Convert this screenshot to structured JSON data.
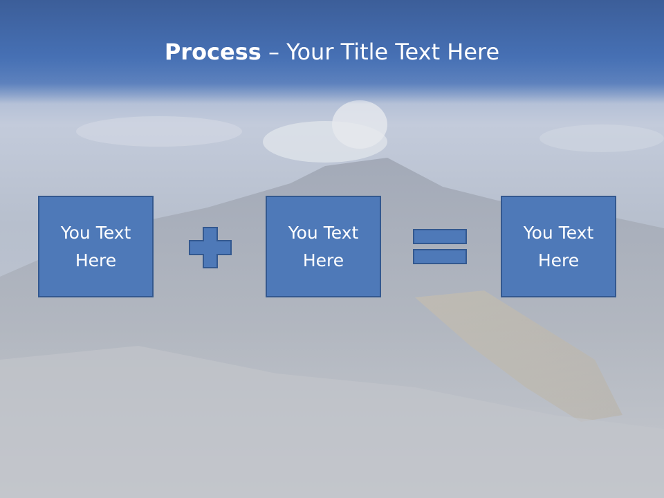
{
  "slide": {
    "title_bold": "Process",
    "title_rest": " – Your Title Text Here",
    "colors": {
      "header": "#4670b4",
      "box_fill": "#4e79b8",
      "box_border": "#33588f",
      "text": "#ffffff"
    }
  },
  "process": {
    "boxes": [
      {
        "label": "You Text\nHere"
      },
      {
        "label": "You Text\nHere"
      },
      {
        "label": "You Text\nHere"
      }
    ],
    "operators": [
      {
        "icon": "plus-icon"
      },
      {
        "icon": "equals-icon"
      }
    ]
  }
}
